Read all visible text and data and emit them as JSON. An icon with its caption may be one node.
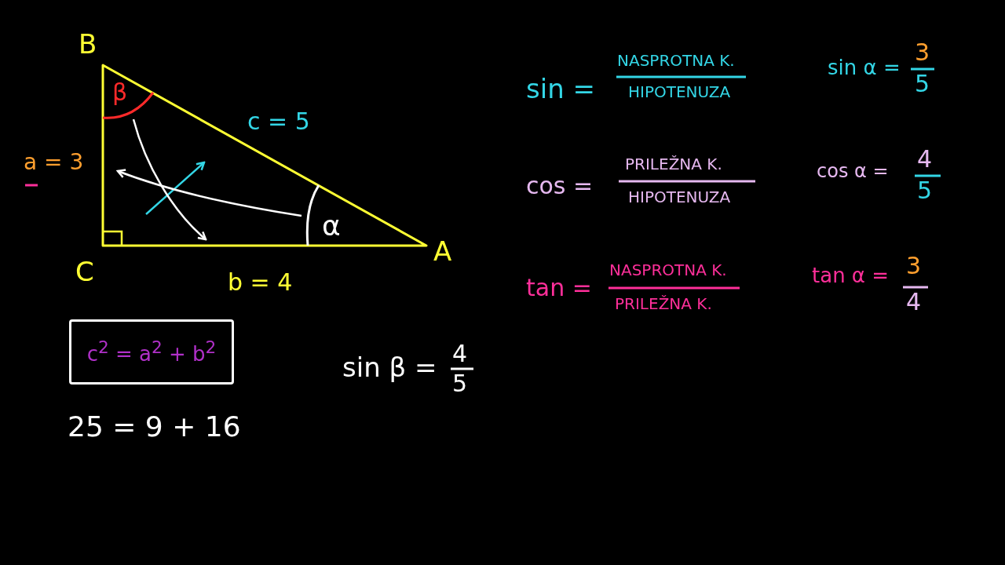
{
  "diagram": {
    "nodes": [
      {
        "text": [
          "β"
        ]
      },
      {
        "text": [
          "α"
        ]
      },
      {
        "text": [
          "c$^{2}$ = a$^{2}$ + b$^{2}$"
        ]
      }
    ],
    "edges": [
      {
        "from": 0,
        "to": null,
        "arrow": "to"
      },
      {
        "from": 1,
        "to": null,
        "arrow": "to"
      }
    ],
    "labels": [
      "B",
      "c = 5",
      "a = 3",
      "C",
      "b = 4",
      "A",
      "sin =",
      "NASPROTNA K.",
      "HIPOTENUZA",
      "sin α =",
      "3",
      "5",
      "cos =",
      "PRILEŽNA K.",
      "HIPOTENUZA",
      "cos α =",
      "4",
      "5",
      "tan =",
      "NASPROTNA K.",
      "PRILEŽNA K.",
      "tan α =",
      "3",
      "4",
      "25 = 9 + 16",
      "sin β =",
      "4",
      "5"
    ]
  }
}
